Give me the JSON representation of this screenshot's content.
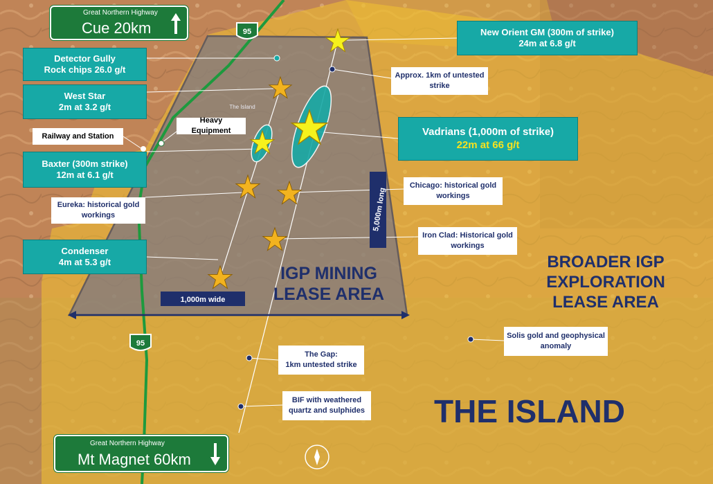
{
  "highway_top": {
    "name": "Great Northern Highway",
    "dest": "Cue 20km"
  },
  "highway_bottom": {
    "name": "Great Northern Highway",
    "dest": "Mt Magnet 60km"
  },
  "route_number": "95",
  "place_label": "The Island",
  "callouts": {
    "new_orient": {
      "title": "New Orient GM (300m of strike)",
      "value": "24m at 6.8 g/t"
    },
    "detector_gully": {
      "title": "Detector Gully",
      "value": "Rock chips 26.0 g/t"
    },
    "west_star": {
      "title": "West Star",
      "value": "2m at 3.2 g/t"
    },
    "vadrians": {
      "title": "Vadrians (1,000m of strike)",
      "value": "22m at 66 g/t"
    },
    "baxter": {
      "title": "Baxter (300m strike)",
      "value": "12m at 6.1 g/t"
    },
    "condenser": {
      "title": "Condenser",
      "value": "4m at 5.3 g/t"
    },
    "railway": "Railway and Station",
    "heavy_equipment": "Heavy Equipment",
    "approx_untested": {
      "line1": "Approx. 1km of untested",
      "line2": "strike"
    },
    "eureka": {
      "line1": "Eureka: historical gold",
      "line2": "workings"
    },
    "chicago": {
      "line1": "Chicago: historical gold",
      "line2": "workings"
    },
    "iron_clad": {
      "line1": "Iron Clad: Historical gold",
      "line2": "workings"
    },
    "the_gap": {
      "line1": "The Gap:",
      "line2": "1km untested strike"
    },
    "bif": {
      "line1": "BIF with weathered",
      "line2": "quartz and sulphides"
    },
    "solis": {
      "line1": "Solis gold and geophysical",
      "line2": "anomaly"
    }
  },
  "dimension_labels": {
    "width": "1,000m wide",
    "length": "5,000m long"
  },
  "area_labels": {
    "igp": {
      "line1": "IGP MINING",
      "line2": "LEASE AREA"
    },
    "broader": {
      "line1": "BROADER IGP",
      "line2": "EXPLORATION",
      "line3": "LEASE AREA"
    },
    "island": "THE ISLAND"
  },
  "colors": {
    "teal": "#17a9a6",
    "yellow_value": "#f6e21f",
    "navy": "#1f2f6b",
    "lease_fill": "#f2c230",
    "highway_green": "#1d7a3a",
    "star_orange": "#f2b31f",
    "star_yellow": "#f6f21c"
  },
  "icons": [
    "up-arrow-icon",
    "down-arrow-icon",
    "compass-icon",
    "star-icon",
    "highway-shield-icon"
  ]
}
